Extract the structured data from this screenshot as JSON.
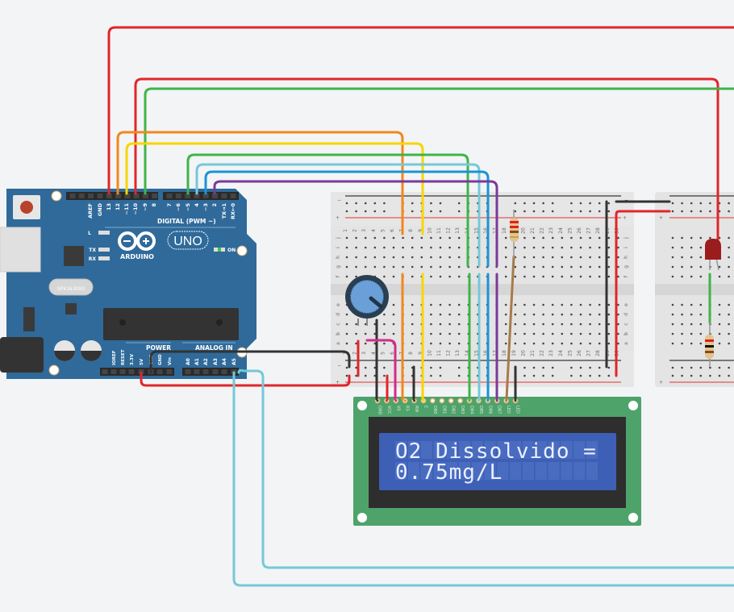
{
  "app": {
    "view": "circuit-editor-canvas"
  },
  "arduino": {
    "brand": "ARDUINO",
    "model": "UNO",
    "crystal": "SPK16.000G",
    "header_digital_title": "DIGITAL (PWM ~)",
    "digital_pins": [
      "AREF",
      "GND",
      "13",
      "12",
      "~11",
      "~10",
      "~9",
      "8",
      "7",
      "~6",
      "~5",
      "4",
      "~3",
      "2",
      "TX→1",
      "RX←0"
    ],
    "power_title": "POWER",
    "power_pins": [
      "IOREF",
      "RESET",
      "3.3V",
      "5V",
      "GND",
      "GND",
      "Vin"
    ],
    "analog_title": "ANALOG IN",
    "analog_pins": [
      "A0",
      "A1",
      "A2",
      "A3",
      "A4",
      "A5"
    ],
    "leds": [
      "L",
      "TX",
      "RX"
    ],
    "on_label": "ON",
    "board_color": "#2f6a9a"
  },
  "lcd": {
    "pins": [
      "GND",
      "VCC",
      "V0",
      "RS",
      "RW",
      "E",
      "DB0",
      "DB1",
      "DB2",
      "DB3",
      "DB4",
      "DB5",
      "DB6",
      "DB7",
      "LED",
      "LED"
    ],
    "line1": "O2 Dissolvido =",
    "line2": "0.75mg/L",
    "board_color": "#4ea36b",
    "screen_color": "#3d5fb5"
  },
  "breadboard": {
    "row_labels_top": [
      "j",
      "i",
      "h",
      "g",
      "f"
    ],
    "row_labels_bottom": [
      "e",
      "d",
      "c",
      "b",
      "a"
    ],
    "columns": 30,
    "rail_minus": "−",
    "rail_plus": "+"
  },
  "components": {
    "potentiometer": "potentiometer",
    "resistor_main": "resistor",
    "resistor_led": "resistor",
    "led_color": "#9b1c1c"
  },
  "wire_colors": {
    "red": "#e0262b",
    "orange": "#f0881e",
    "yellow": "#f7d600",
    "green": "#3fb449",
    "light_blue": "#74c9d8",
    "blue": "#1a94d2",
    "purple": "#7a3a9a",
    "black": "#333333",
    "brown": "#a87a4a",
    "magenta": "#d22c8a"
  }
}
